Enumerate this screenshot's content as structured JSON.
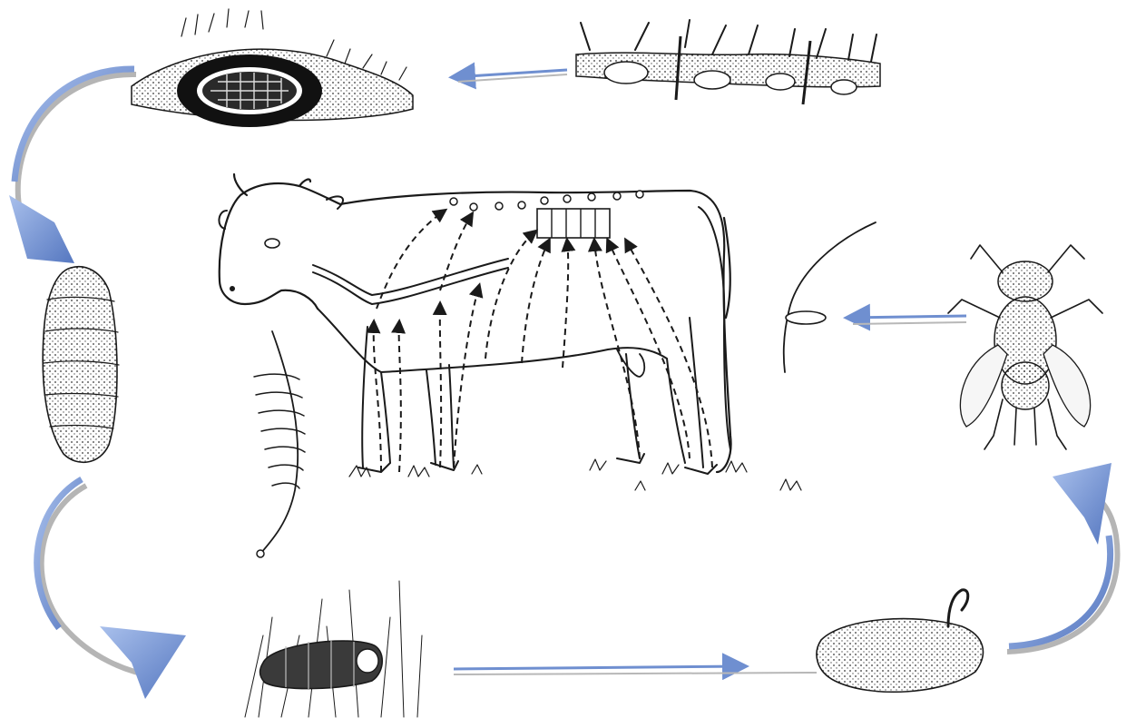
{
  "diagram": {
    "stages": [
      {
        "id": "fly",
        "icon": "adult-fly-icon"
      },
      {
        "id": "eggs-on-hair",
        "icon": "egg-on-hair-icon"
      },
      {
        "id": "eggs-on-leg-hairs",
        "icon": "egg-cluster-icon"
      },
      {
        "id": "larva-migration-in-cattle",
        "icon": "cow-icon"
      },
      {
        "id": "warble-in-skin",
        "icon": "warble-cyst-icon"
      },
      {
        "id": "mature-larva",
        "icon": "larva-icon"
      },
      {
        "id": "larva-in-grass",
        "icon": "larva-on-ground-icon"
      },
      {
        "id": "pupa",
        "icon": "pupa-icon"
      }
    ],
    "colors": {
      "arrow_fill": "#7f9fd6",
      "arrow_shade": "#4a6fb5",
      "ink": "#1a1a1a",
      "background": "#ffffff"
    }
  }
}
